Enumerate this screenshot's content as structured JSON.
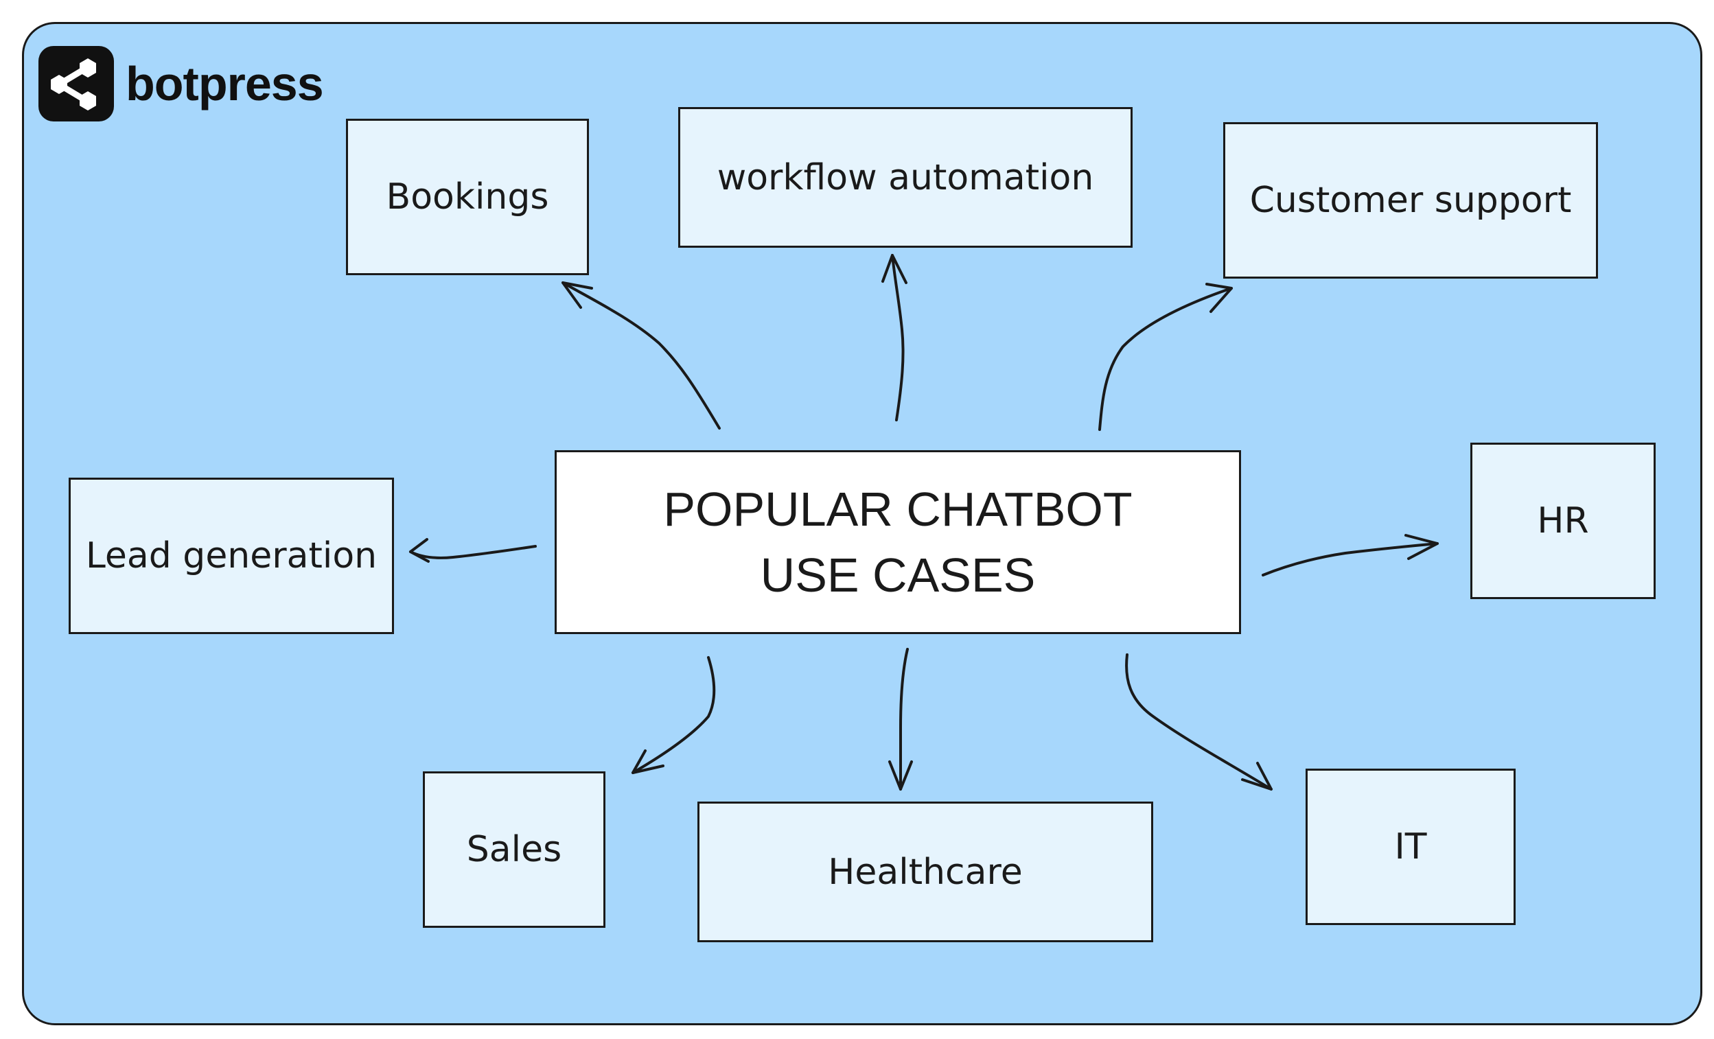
{
  "brand": {
    "name": "botpress"
  },
  "center": {
    "line1": "POPULAR CHATBOT",
    "line2": "USE CASES"
  },
  "use_cases": {
    "bookings": "Bookings",
    "workflow": "workflow automation",
    "customer_support": "Customer support",
    "lead_generation": "Lead generation",
    "hr": "HR",
    "sales": "Sales",
    "healthcare": "Healthcare",
    "it": "IT"
  },
  "colors": {
    "background": "#a7d7fc",
    "box_fill": "#e6f4fd",
    "center_fill": "#ffffff",
    "stroke": "#1a1a1a"
  }
}
